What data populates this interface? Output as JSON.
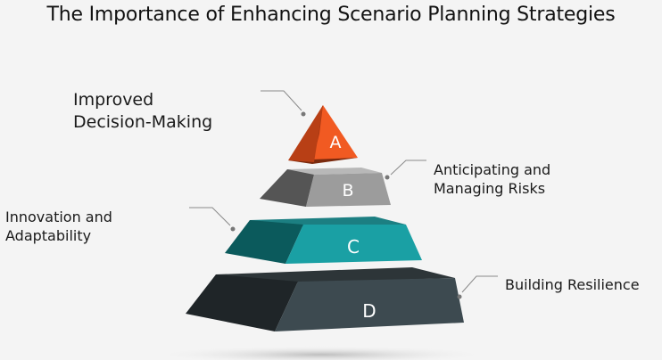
{
  "title": "The Importance of Enhancing Scenario Planning Strategies",
  "levels": [
    {
      "letter": "A",
      "label_lines": [
        "Improved",
        "Decision-Making"
      ],
      "colors": {
        "light": "#f15a22",
        "dark": "#a63712",
        "top": "#f07040"
      }
    },
    {
      "letter": "B",
      "label_lines": [
        "Anticipating and",
        "Managing Risks"
      ],
      "colors": {
        "light": "#9c9c9c",
        "dark": "#555555",
        "top": "#b8b8b8"
      }
    },
    {
      "letter": "C",
      "label_lines": [
        "Innovation and",
        "Adaptability"
      ],
      "colors": {
        "light": "#1aa0a4",
        "dark": "#0b5a5c",
        "top": "#1c7f82"
      }
    },
    {
      "letter": "D",
      "label_lines": [
        "Building Resilience"
      ],
      "colors": {
        "light": "#3d4a50",
        "dark": "#1f2528",
        "top": "#2d3538"
      }
    }
  ],
  "connector_color": "#8a8a8a"
}
